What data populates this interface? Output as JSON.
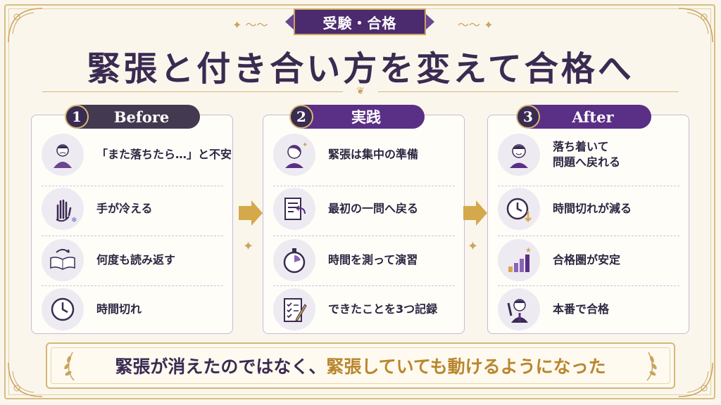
{
  "tag": "受験・合格",
  "title": "緊張と付き合い方を変えて合格へ",
  "panels": [
    {
      "number": "1",
      "label": "Before",
      "items": [
        {
          "icon": "worried-person-icon",
          "text": "「また落ちたら…」と不安"
        },
        {
          "icon": "cold-hand-icon",
          "text": "手が冷える"
        },
        {
          "icon": "open-book-reread-icon",
          "text": "何度も読み返す"
        },
        {
          "icon": "clock-icon",
          "text": "時間切れ"
        }
      ]
    },
    {
      "number": "2",
      "label": "実践",
      "items": [
        {
          "icon": "calm-person-icon",
          "text": "緊張は集中の準備"
        },
        {
          "icon": "document-return-icon",
          "text": "最初の一問へ戻る"
        },
        {
          "icon": "stopwatch-icon",
          "text": "時間を測って演習"
        },
        {
          "icon": "checklist-pencil-icon",
          "text": "できたことを3つ記録"
        }
      ]
    },
    {
      "number": "3",
      "label": "After",
      "items": [
        {
          "icon": "smiling-person-icon",
          "text": "落ち着いて",
          "text2": "問題へ戻れる"
        },
        {
          "icon": "clock-down-arrow-icon",
          "text": "時間切れが減る"
        },
        {
          "icon": "rising-bars-icon",
          "text": "合格圏が安定"
        },
        {
          "icon": "success-person-icon",
          "text": "本番で合格"
        }
      ]
    }
  ],
  "banner": {
    "part1": "緊張が消えたのではなく、",
    "part2": "緊張していても動けるようになった"
  },
  "colors": {
    "purple": "#5a2f86",
    "dark": "#3a2b52",
    "gold": "#c9a45e"
  }
}
